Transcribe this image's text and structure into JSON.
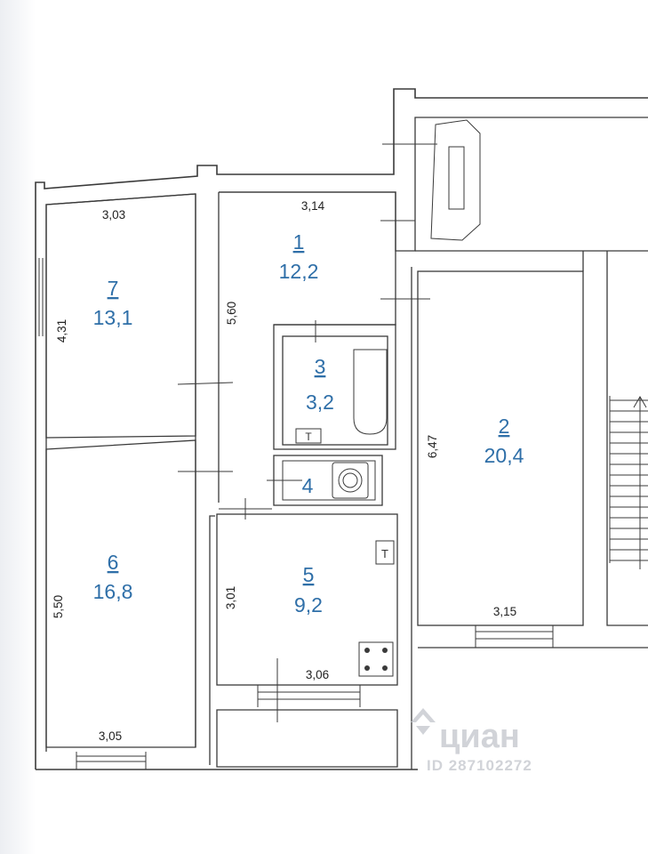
{
  "rooms": [
    {
      "number": "1",
      "area": "12,2"
    },
    {
      "number": "2",
      "area": "20,4"
    },
    {
      "number": "3",
      "area": "3,2"
    },
    {
      "number": "4"
    },
    {
      "number": "5",
      "area": "9,2"
    },
    {
      "number": "6",
      "area": "16,8"
    },
    {
      "number": "7",
      "area": "13,1"
    }
  ],
  "dimensions": {
    "r7_top": "3,03",
    "r7_left": "4,31",
    "r1_top": "3,14",
    "r1_left": "5,60",
    "r2_left": "6,47",
    "r2_bottom": "3,15",
    "r6_left": "5,50",
    "r6_bottom": "3,05",
    "r5_left": "3,01",
    "r5_bottom": "3,06"
  },
  "fixture_labels": {
    "bath_heater": "T",
    "kitchen_heater": "T"
  },
  "watermark": {
    "brand": "циан",
    "id": "ID 287102272"
  },
  "colors": {
    "label_blue": "#2f6fa8",
    "line": "#3a3a3a",
    "watermark": "#c9ccd2"
  },
  "icons": [
    "cian-logo-icon",
    "bathtub-icon",
    "washing-machine-icon",
    "stove-icon",
    "stairs-icon",
    "radiator-icon"
  ]
}
